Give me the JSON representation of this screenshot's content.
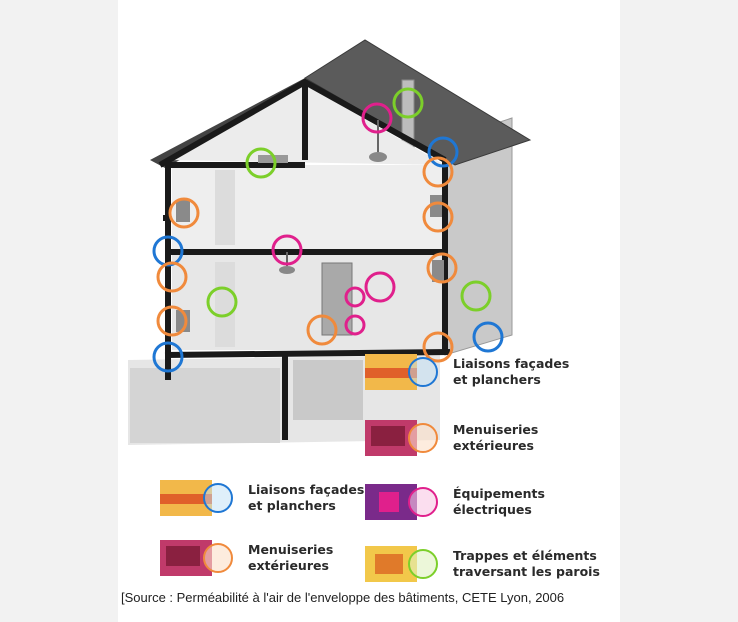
{
  "colors": {
    "blue": "#1f77d4",
    "orange": "#f08a3c",
    "magenta": "#e0208c",
    "green": "#7ccf2a",
    "roof": "#5a5a5a",
    "wall": "#d9d9d9",
    "structure": "#1a1a1a"
  },
  "legend": [
    {
      "label": "Liaisons façades\net planchers",
      "marker": "blue",
      "icon": "thermal-facade-floor-thumb"
    },
    {
      "label": "Menuiseries\nextérieures",
      "marker": "orange",
      "icon": "thermal-window-thumb"
    },
    {
      "label": "Équipements\nélectriques",
      "marker": "magenta",
      "icon": "thermal-electrical-thumb"
    },
    {
      "label": "Trappes et éléments\ntraversant les parois",
      "marker": "green",
      "icon": "thermal-hatch-thumb"
    }
  ],
  "caption": "[Source : Perméabilité à l'air de l'enveloppe des bâtiments, CETE Lyon, 2006"
}
